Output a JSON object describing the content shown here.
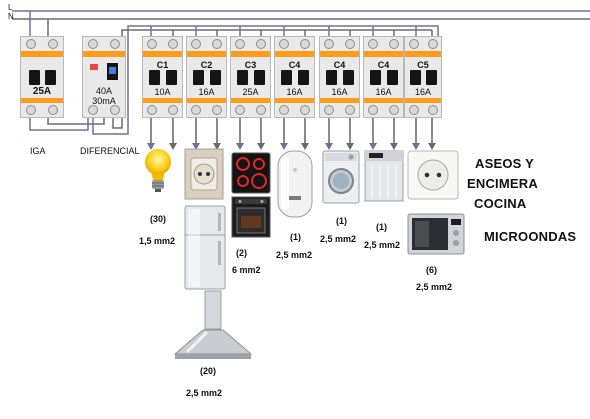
{
  "supply": {
    "line_label": "L",
    "neutral_label": "N"
  },
  "breakers": {
    "iga": {
      "rating": "25A",
      "caption": "IGA"
    },
    "differential": {
      "rating": "40A",
      "sensitivity": "30mA",
      "caption": "DIFERENCIAL"
    },
    "circuits": [
      {
        "id": "C1",
        "rating": "10A"
      },
      {
        "id": "C2",
        "rating": "16A"
      },
      {
        "id": "C3",
        "rating": "25A"
      },
      {
        "id": "C4a",
        "label": "C4",
        "rating": "16A"
      },
      {
        "id": "C4b",
        "label": "C4",
        "rating": "16A"
      },
      {
        "id": "C4c",
        "label": "C4",
        "rating": "16A"
      },
      {
        "id": "C5",
        "rating": "16A"
      }
    ]
  },
  "loads": {
    "lighting": {
      "points": "(30)",
      "section": "1,5 mm2"
    },
    "sockets": {
      "points": "(20)",
      "section": "2,5 mm2"
    },
    "cooker_oven": {
      "points": "(2)",
      "section": "6 mm2"
    },
    "water_heater": {
      "points": "(1)",
      "section": "2,5 mm2"
    },
    "washing_machine": {
      "points": "(1)",
      "section": "2,5 mm2"
    },
    "dishwasher": {
      "points": "(1)",
      "section": "2,5 mm2"
    },
    "wet_rooms": {
      "title_line1": "ASEOS Y",
      "title_line2": "ENCIMERA",
      "title_line3": "COCINA",
      "microwave_label": "MICROONDAS",
      "points": "(6)",
      "section": "2,5 mm2"
    }
  },
  "colors": {
    "line_wire": "#7a6b9e",
    "neutral_wire": "#6b6b6b",
    "protection_clip": "#ff9c1a",
    "breaker_body": "#e9e9e9"
  }
}
